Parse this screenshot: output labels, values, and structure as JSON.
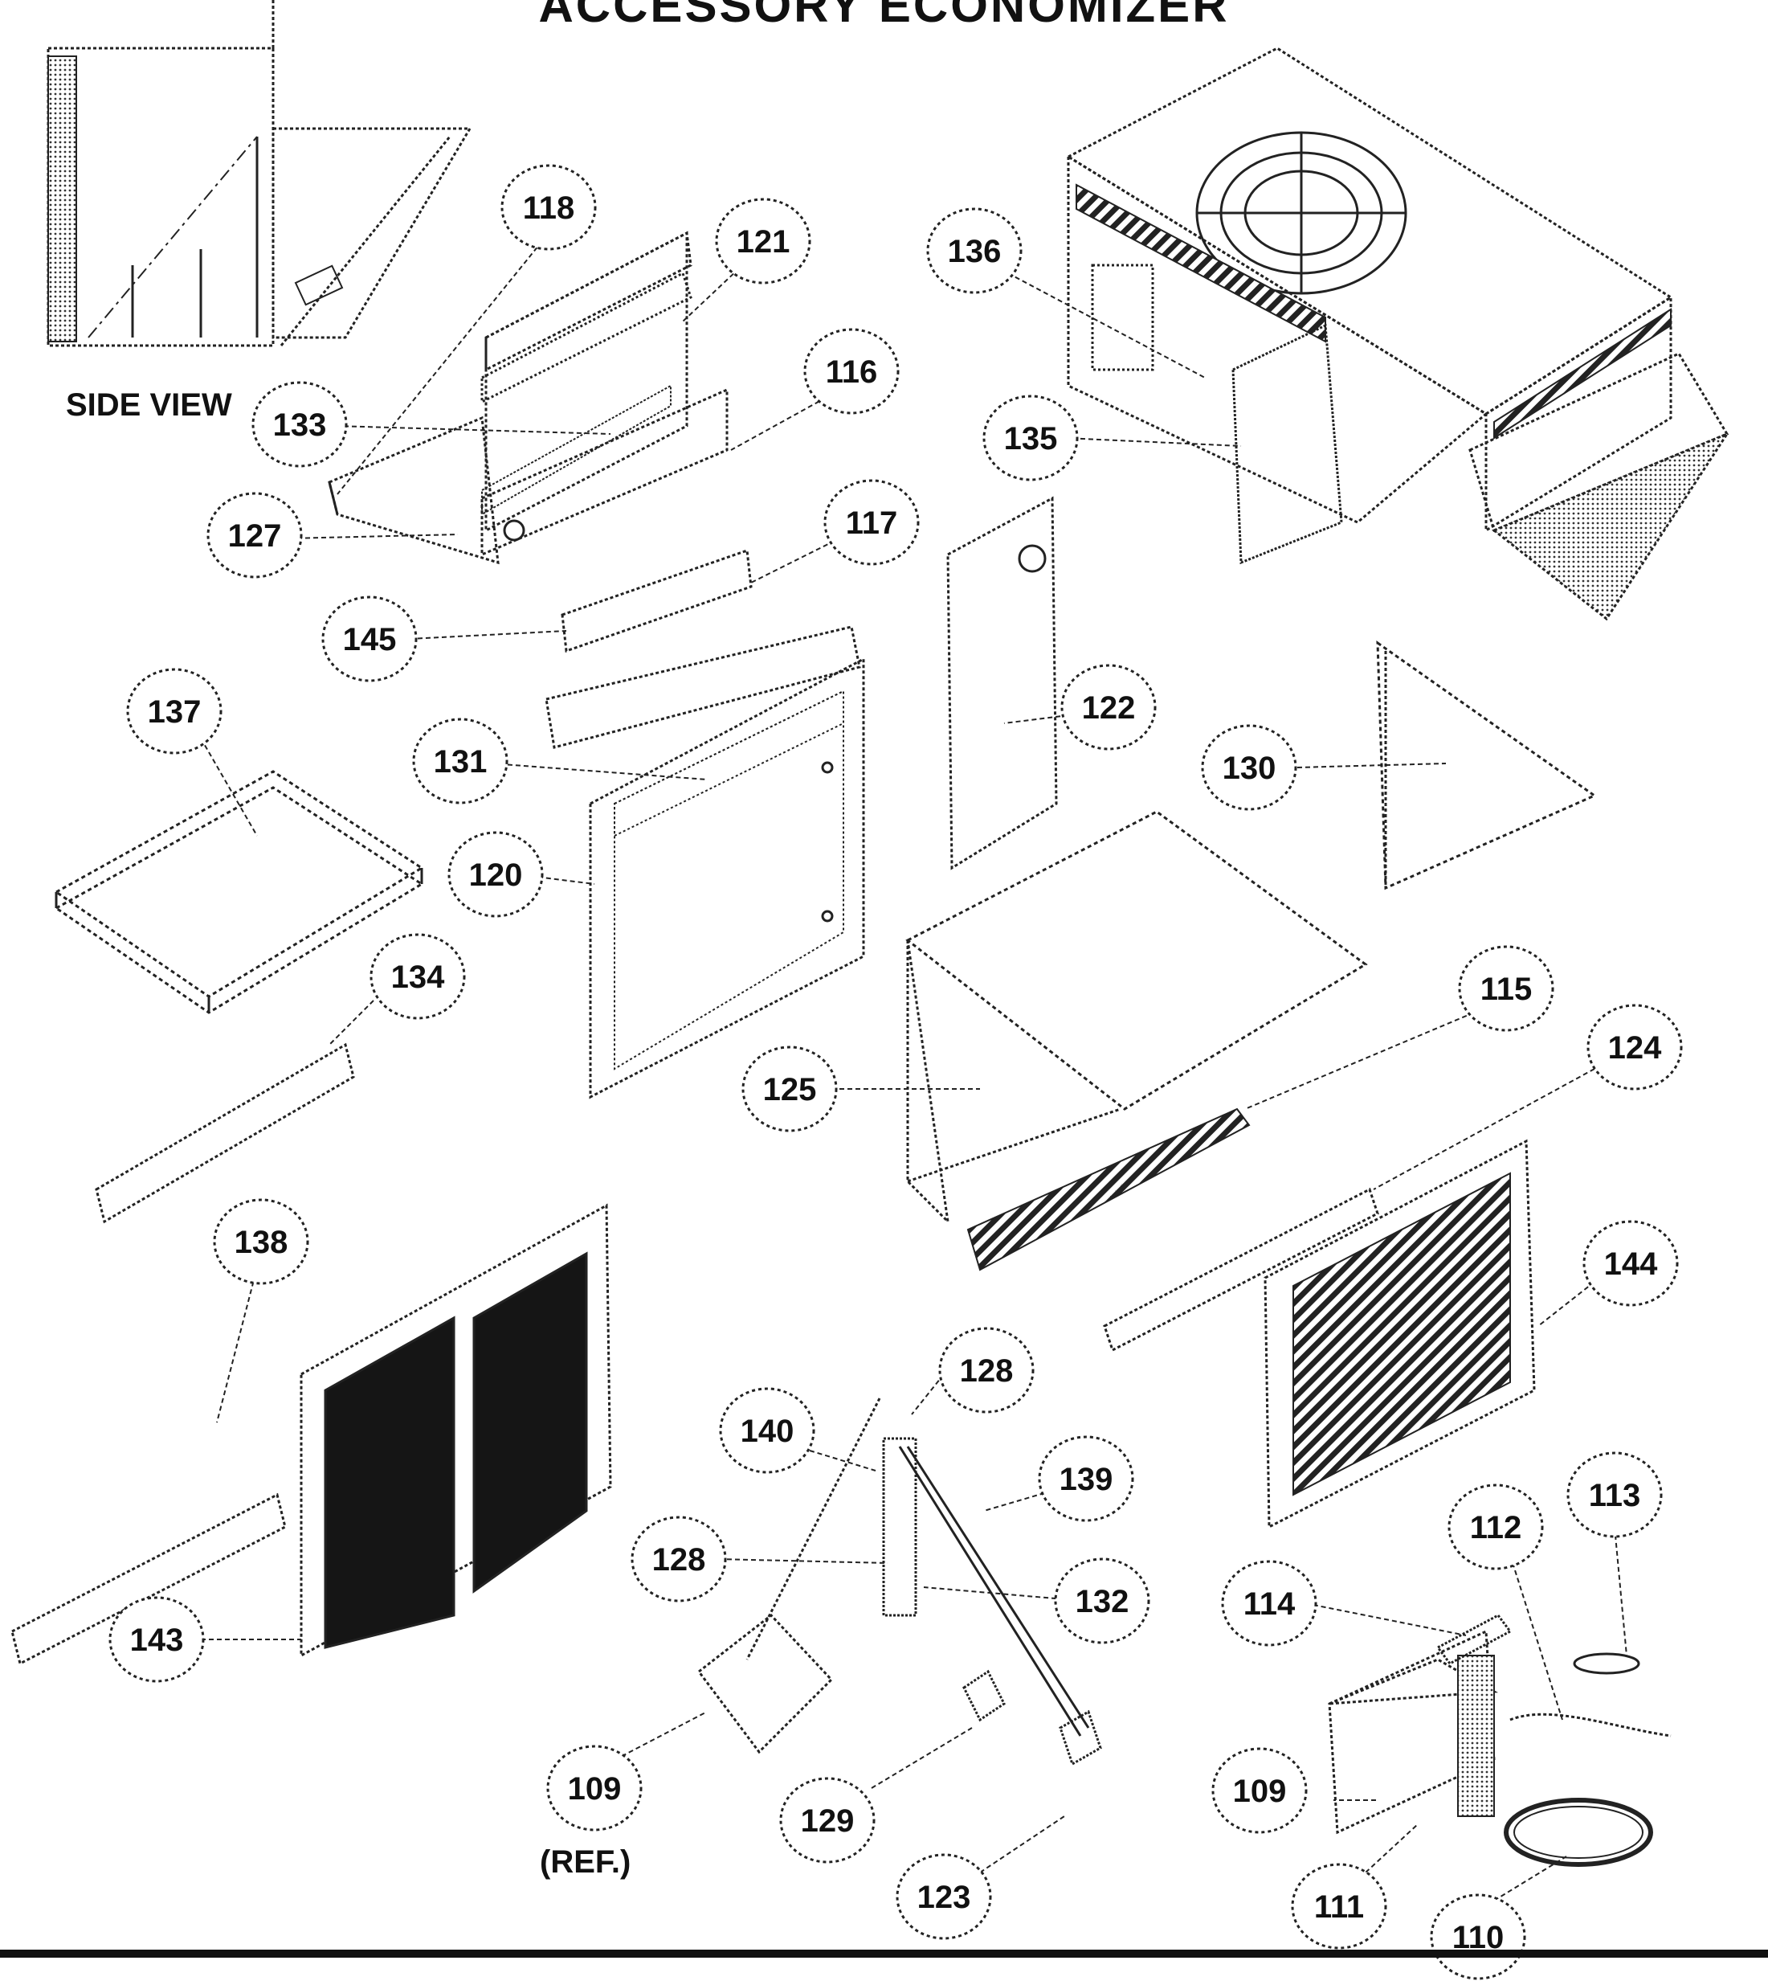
{
  "title": "ACCESSORY ECONOMIZER",
  "side_view_caption": "SIDE VIEW",
  "ref_caption": "(REF.)",
  "callouts": [
    {
      "id": "c118",
      "label": "118"
    },
    {
      "id": "c121",
      "label": "121"
    },
    {
      "id": "c136",
      "label": "136"
    },
    {
      "id": "c116",
      "label": "116"
    },
    {
      "id": "c133",
      "label": "133"
    },
    {
      "id": "c135",
      "label": "135"
    },
    {
      "id": "c127",
      "label": "127"
    },
    {
      "id": "c117",
      "label": "117"
    },
    {
      "id": "c145",
      "label": "145"
    },
    {
      "id": "c137",
      "label": "137"
    },
    {
      "id": "c122",
      "label": "122"
    },
    {
      "id": "c131",
      "label": "131"
    },
    {
      "id": "c130",
      "label": "130"
    },
    {
      "id": "c120",
      "label": "120"
    },
    {
      "id": "c134",
      "label": "134"
    },
    {
      "id": "c115",
      "label": "115"
    },
    {
      "id": "c124",
      "label": "124"
    },
    {
      "id": "c125",
      "label": "125"
    },
    {
      "id": "c138",
      "label": "138"
    },
    {
      "id": "c144",
      "label": "144"
    },
    {
      "id": "c128a",
      "label": "128"
    },
    {
      "id": "c140",
      "label": "140"
    },
    {
      "id": "c139",
      "label": "139"
    },
    {
      "id": "c113",
      "label": "113"
    },
    {
      "id": "c112",
      "label": "112"
    },
    {
      "id": "c128b",
      "label": "128"
    },
    {
      "id": "c132",
      "label": "132"
    },
    {
      "id": "c114",
      "label": "114"
    },
    {
      "id": "c143",
      "label": "143"
    },
    {
      "id": "c109a",
      "label": "109"
    },
    {
      "id": "c109b",
      "label": "109"
    },
    {
      "id": "c129",
      "label": "129"
    },
    {
      "id": "c123",
      "label": "123"
    },
    {
      "id": "c111",
      "label": "111"
    },
    {
      "id": "c110",
      "label": "110"
    }
  ]
}
